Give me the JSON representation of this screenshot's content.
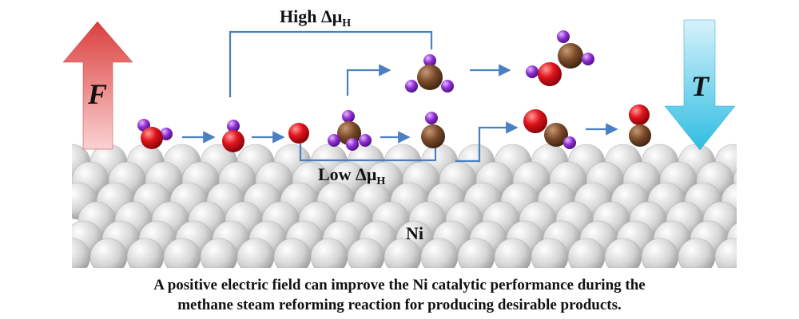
{
  "labels": {
    "high": "High Δμ",
    "high_sub": "H",
    "low": "Low Δμ",
    "low_sub": "H",
    "field": "F",
    "temperature": "T",
    "surface": "Ni"
  },
  "caption": {
    "line1": "A positive electric field can improve the Ni catalytic performance during the",
    "line2": "methane steam reforming reaction for producing desirable products."
  },
  "colors": {
    "oxygen": "#e0141c",
    "carbon": "#7a4a2a",
    "hydrogen": "#8e2fd0",
    "nickel": "#dcdcdc",
    "arrow_line": "#4a80c0",
    "field_arrow": "#d94a48",
    "temperature_arrow": "#38c2e4"
  }
}
